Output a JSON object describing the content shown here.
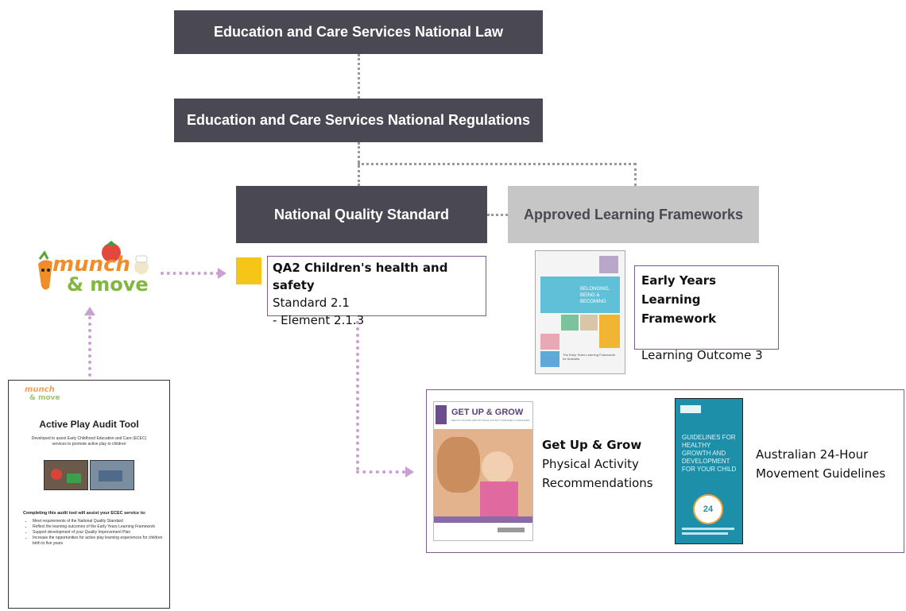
{
  "boxes": {
    "national_law": "Education and Care Services National Law",
    "national_regulations": "Education and Care Services National Regulations",
    "nqs": "National Quality Standard",
    "frameworks": "Approved Learning Frameworks"
  },
  "qa2": {
    "title": "QA2 Children's health and safety",
    "standard": "Standard 2.1",
    "element": "- Element 2.1.3"
  },
  "eylf": {
    "title": "Early Years Learning Framework",
    "outcome": "Learning Outcome 3",
    "cover_text": "BELONGING, BEING & BECOMING",
    "cover_footer": "The Early Years Learning Framework for Australia"
  },
  "logo": {
    "word1": "munch",
    "word2": "& move"
  },
  "audit_doc": {
    "logo_word1": "munch",
    "logo_word2": "& move",
    "title": "Active Play Audit Tool",
    "subtitle": "Developed to assist Early Childhood Education and Care (ECEC) services to promote active play to children",
    "heading": "Completing this audit tool will assist your ECEC service to:",
    "bullets": [
      "Meet requirements of the National Quality Standard",
      "Reflect the learning outcomes of the Early Years Learning Framework",
      "Support development of your Quality Improvement Plan",
      "Increase the opportunities for active play learning experiences for children birth to five years"
    ]
  },
  "resources": {
    "gug_cover_title": "GET UP & GROW",
    "gug_cover_sub": "HEALTHY EATING AND PHYSICAL ACTIVITY FOR EARLY CHILDHOOD",
    "gug_title": "Get Up & Grow",
    "gug_line1": "Physical Activity",
    "gug_line2": "Recommendations",
    "aus_cover_text": "GUIDELINES FOR HEALTHY GROWTH AND DEVELOPMENT FOR YOUR CHILD",
    "aus_badge": "24",
    "aus_line1": "Australian 24-Hour",
    "aus_line2": "Movement Guidelines"
  },
  "colors": {
    "dark_box": "#4a4853",
    "grey_box": "#c6c6c6",
    "purple_frame": "#7b5c8f",
    "arrow": "#c8a0d2",
    "yellow_marker": "#f5c518"
  }
}
